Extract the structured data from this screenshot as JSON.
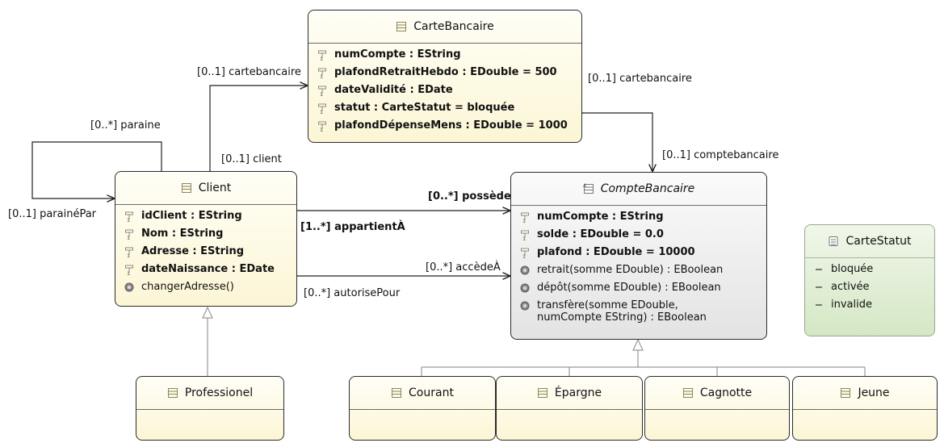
{
  "classes": {
    "carte": {
      "name": "CarteBancaire",
      "attributes": [
        "numCompte : EString",
        "plafondRetraitHebdo : EDouble = 500",
        "dateValidité : EDate",
        "statut : CarteStatut = bloquée",
        "plafondDépenseMens : EDouble = 1000"
      ]
    },
    "client": {
      "name": "Client",
      "attributes": [
        "idClient : EString",
        "Nom : EString",
        "Adresse : EString",
        "dateNaissance : EDate"
      ],
      "operations": [
        "changerAdresse()"
      ]
    },
    "compte": {
      "name": "CompteBancaire",
      "attributes": [
        "numCompte : EString",
        "solde : EDouble = 0.0",
        "plafond : EDouble = 10000"
      ],
      "operations": [
        "retrait(somme EDouble) : EBoolean",
        "dépôt(somme EDouble) : EBoolean",
        "transfère(somme EDouble,\nnumCompte EString) : EBoolean"
      ]
    },
    "statut": {
      "name": "CarteStatut",
      "literals": [
        "bloquée",
        "activée",
        "invalide"
      ]
    },
    "professionel": {
      "name": "Professionel"
    },
    "courant": {
      "name": "Courant"
    },
    "epargne": {
      "name": "Épargne"
    },
    "cagnotte": {
      "name": "Cagnotte"
    },
    "jeune": {
      "name": "Jeune"
    }
  },
  "labels": {
    "paraine": "[0..*] paraine",
    "paraine_par": "[0..1] parainéPar",
    "carte_client": "[0..1] cartebancaire",
    "client_role": "[0..1] client",
    "carte_compte": "[0..1] cartebancaire",
    "compte_role": "[0..1] comptebancaire",
    "possede": "[0..*] possède",
    "appartient": "[1..*] appartientÀ",
    "accede": "[0..*] accèdeÀ",
    "autorise": "[0..*] autorisePour"
  },
  "colors": {
    "class_fill": "#fcf6d6",
    "abstract_fill": "#e3e3e3",
    "enum_fill": "#d5e7c5",
    "operation_icon": "#7d7d7d",
    "attribute_icon": "#8d8a72"
  }
}
